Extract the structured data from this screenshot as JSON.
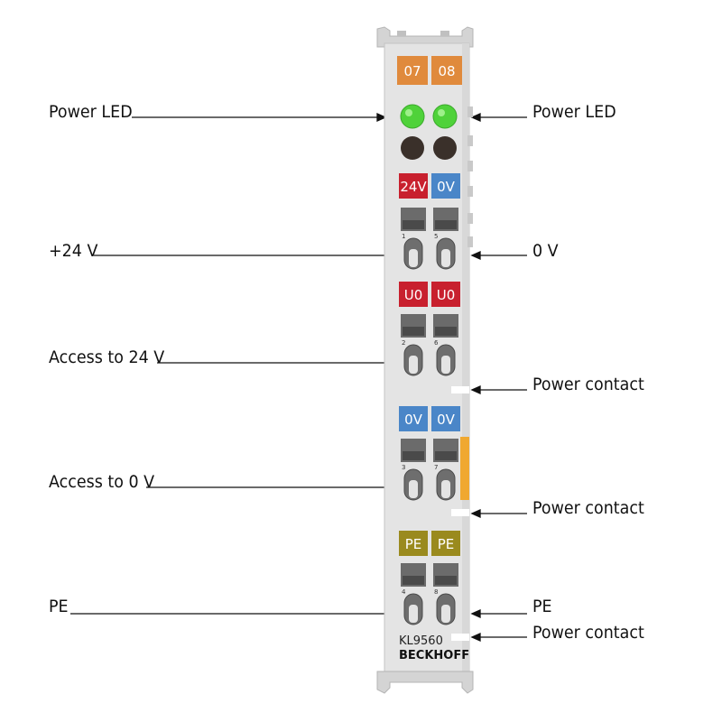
{
  "labels": {
    "power_led_left": "Power LED",
    "power_led_right": "Power LED",
    "plus_24v": "+24 V",
    "zero_v": "0 V",
    "access_24v": "Access to 24 V",
    "power_contact_1": "Power contact",
    "access_0v": "Access to 0 V",
    "power_contact_2": "Power contact",
    "pe_left": "PE",
    "pe_right": "PE",
    "power_contact_3": "Power contact"
  },
  "module": {
    "model": "KL9560",
    "brand": "BECKHOFF",
    "top_tags": [
      "07",
      "08"
    ],
    "row1_tags": [
      "24V",
      "0V"
    ],
    "row2_tags": [
      "U0",
      "U0"
    ],
    "row3_tags": [
      "0V",
      "0V"
    ],
    "row4_tags": [
      "PE",
      "PE"
    ],
    "terminal_numbers": [
      "1",
      "5",
      "2",
      "6",
      "3",
      "7",
      "4",
      "8"
    ]
  },
  "colors": {
    "orange_tag": "#e08a3c",
    "red_tag": "#c8202e",
    "blue_tag": "#4a86c8",
    "olive_tag": "#9a8a1e",
    "led_green": "#4fd23a",
    "housing": "#e4e4e4",
    "power_contact_yellow": "#f0a830"
  }
}
